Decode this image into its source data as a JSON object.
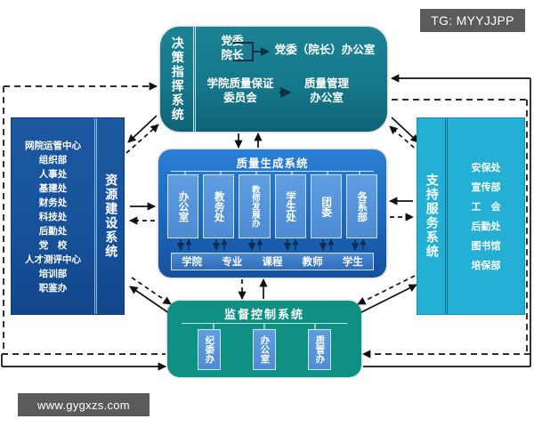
{
  "watermarks": {
    "top_right": "TG: MYYJJPP",
    "bottom_left": "www.gygxzs.com"
  },
  "decision_system": {
    "label": "决策指挥系统",
    "party_leader": "党委\n院长",
    "party_office": "党委（院长）办公室",
    "quality_committee": "学院质量保证\n委员会",
    "quality_office": "质量管理\n办公室",
    "color": "#16788b"
  },
  "resource_system": {
    "label": "资源建设系统",
    "color": "#17539c",
    "items": [
      "网院运管中心",
      "组织部",
      "人事处",
      "基建处",
      "财务处",
      "科技处",
      "后勤处",
      "党　校",
      "人才测评中心",
      "培训部",
      "职鉴办"
    ]
  },
  "support_system": {
    "label": "支持服务系统",
    "color": "#24b0d4",
    "items": [
      "安保处",
      "宣传部",
      "工　会",
      "后勤处",
      "图书馆",
      "培保部"
    ]
  },
  "quality_system": {
    "title": "质量生成系统",
    "color": "#1f6cc2",
    "departments": [
      "办公室",
      "教务处",
      "教师发展办",
      "学生处",
      "团委",
      "各系部"
    ],
    "objects": [
      "学院",
      "专业",
      "课程",
      "教师",
      "学生"
    ]
  },
  "supervise_system": {
    "title": "监督控制系统",
    "color": "#109083",
    "departments": [
      "纪委办",
      "办公室",
      "质管办"
    ]
  },
  "connectors": {
    "solid_label": "solid-arrow",
    "dashed_label": "dashed-arrow"
  }
}
